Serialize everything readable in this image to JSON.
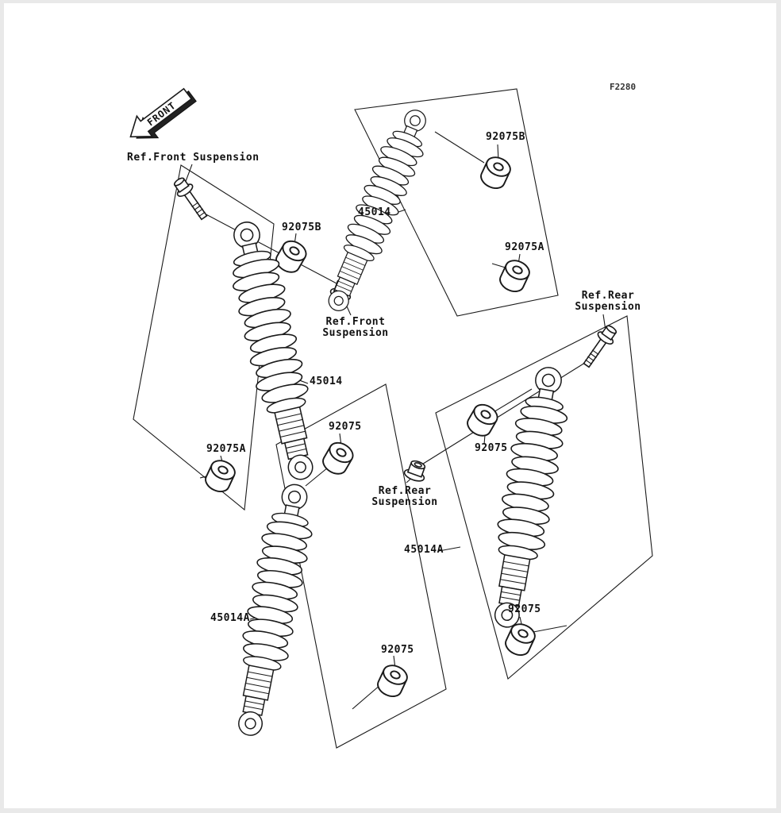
{
  "page": {
    "code": "F2280",
    "front_marker": "FRONT"
  },
  "parts": {
    "shock_front_right": "45014",
    "shock_front_left": "45014",
    "shock_rear_left": "45014A",
    "shock_rear_right": "45014A",
    "bushing_b_top": "92075B",
    "bushing_b_left": "92075B",
    "bushing_a_top": "92075A",
    "bushing_a_left": "92075A",
    "bushing_mid_top": "92075",
    "bushing_right_top": "92075",
    "bushing_right_bottom": "92075",
    "bushing_mid_bottom": "92075",
    "ref_front_full": "Ref.Front Suspension",
    "ref_front_l1": "Ref.Front",
    "ref_front_l2": "Suspension",
    "ref_rear_l1": "Ref.Rear",
    "ref_rear_l2": "Suspension"
  }
}
